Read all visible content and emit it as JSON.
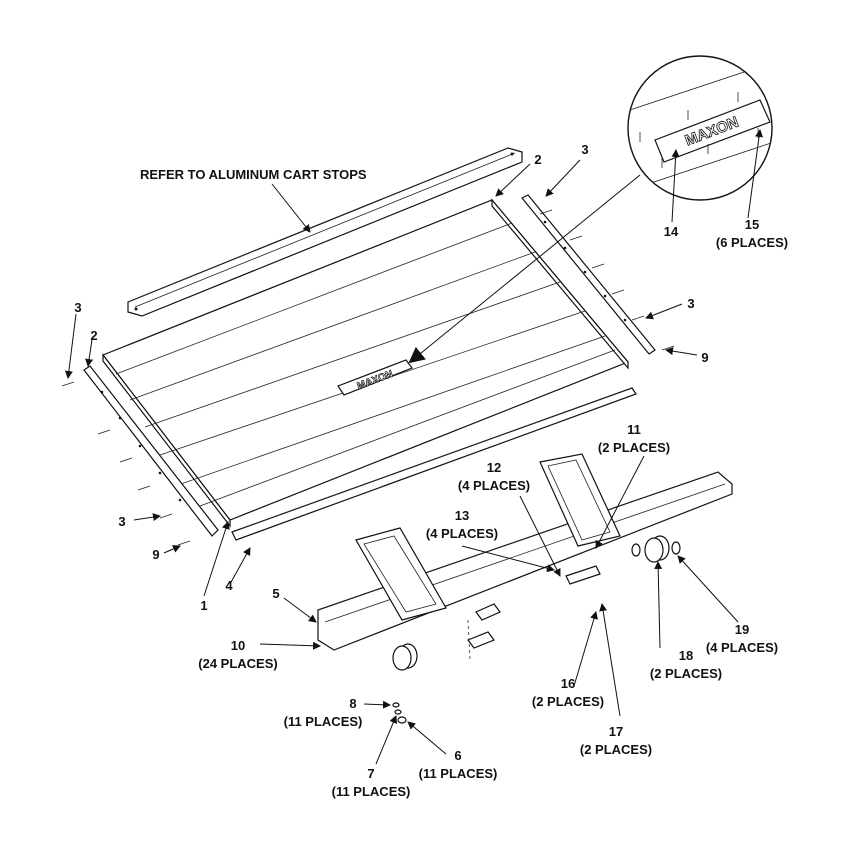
{
  "title": "REFER TO ALUMINUM CART STOPS",
  "logo_text": "MAXON",
  "callouts": [
    {
      "id": "c1",
      "num": "1",
      "qty": ""
    },
    {
      "id": "c2a",
      "num": "2",
      "qty": ""
    },
    {
      "id": "c2b",
      "num": "2",
      "qty": ""
    },
    {
      "id": "c3a",
      "num": "3",
      "qty": ""
    },
    {
      "id": "c3b",
      "num": "3",
      "qty": ""
    },
    {
      "id": "c3c",
      "num": "3",
      "qty": ""
    },
    {
      "id": "c3d",
      "num": "3",
      "qty": ""
    },
    {
      "id": "c4",
      "num": "4",
      "qty": ""
    },
    {
      "id": "c5",
      "num": "5",
      "qty": ""
    },
    {
      "id": "c6",
      "num": "6",
      "qty": "(11 PLACES)"
    },
    {
      "id": "c7",
      "num": "7",
      "qty": "(11 PLACES)"
    },
    {
      "id": "c8",
      "num": "8",
      "qty": "(11 PLACES)"
    },
    {
      "id": "c9a",
      "num": "9",
      "qty": ""
    },
    {
      "id": "c9b",
      "num": "9",
      "qty": ""
    },
    {
      "id": "c10",
      "num": "10",
      "qty": "(24 PLACES)"
    },
    {
      "id": "c11",
      "num": "11",
      "qty": "(2 PLACES)"
    },
    {
      "id": "c12",
      "num": "12",
      "qty": "(4 PLACES)"
    },
    {
      "id": "c13",
      "num": "13",
      "qty": "(4 PLACES)"
    },
    {
      "id": "c14",
      "num": "14",
      "qty": ""
    },
    {
      "id": "c15",
      "num": "15",
      "qty": "(6 PLACES)"
    },
    {
      "id": "c16",
      "num": "16",
      "qty": "(2 PLACES)"
    },
    {
      "id": "c17",
      "num": "17",
      "qty": "(2 PLACES)"
    },
    {
      "id": "c18",
      "num": "18",
      "qty": "(2 PLACES)"
    },
    {
      "id": "c19",
      "num": "19",
      "qty": "(4 PLACES)"
    }
  ]
}
